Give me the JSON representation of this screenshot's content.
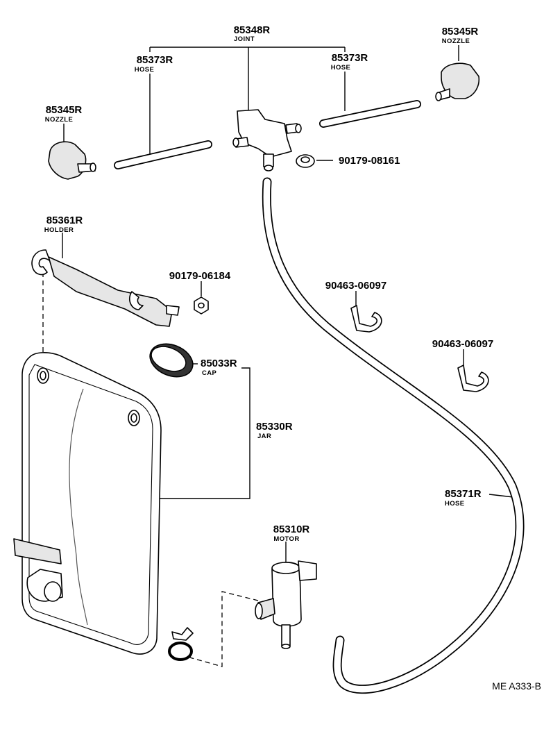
{
  "diagram_code": "ME A333-B",
  "parts": {
    "joint": {
      "number": "85348R",
      "name": "JOINT"
    },
    "hose_left": {
      "number": "85373R",
      "name": "HOSE"
    },
    "hose_right": {
      "number": "85373R",
      "name": "HOSE"
    },
    "nozzle_left": {
      "number": "85345R",
      "name": "NOZZLE"
    },
    "nozzle_right": {
      "number": "85345R",
      "name": "NOZZLE"
    },
    "grommet": {
      "number": "90179-08161"
    },
    "holder": {
      "number": "85361R",
      "name": "HOLDER"
    },
    "nut": {
      "number": "90179-06184"
    },
    "clamp_upper": {
      "number": "90463-06097"
    },
    "clamp_lower": {
      "number": "90463-06097"
    },
    "cap": {
      "number": "85033R",
      "name": "CAP"
    },
    "jar": {
      "number": "85330R",
      "name": "JAR"
    },
    "hose_long": {
      "number": "85371R",
      "name": "HOSE"
    },
    "motor": {
      "number": "85310R",
      "name": "MOTOR"
    }
  }
}
